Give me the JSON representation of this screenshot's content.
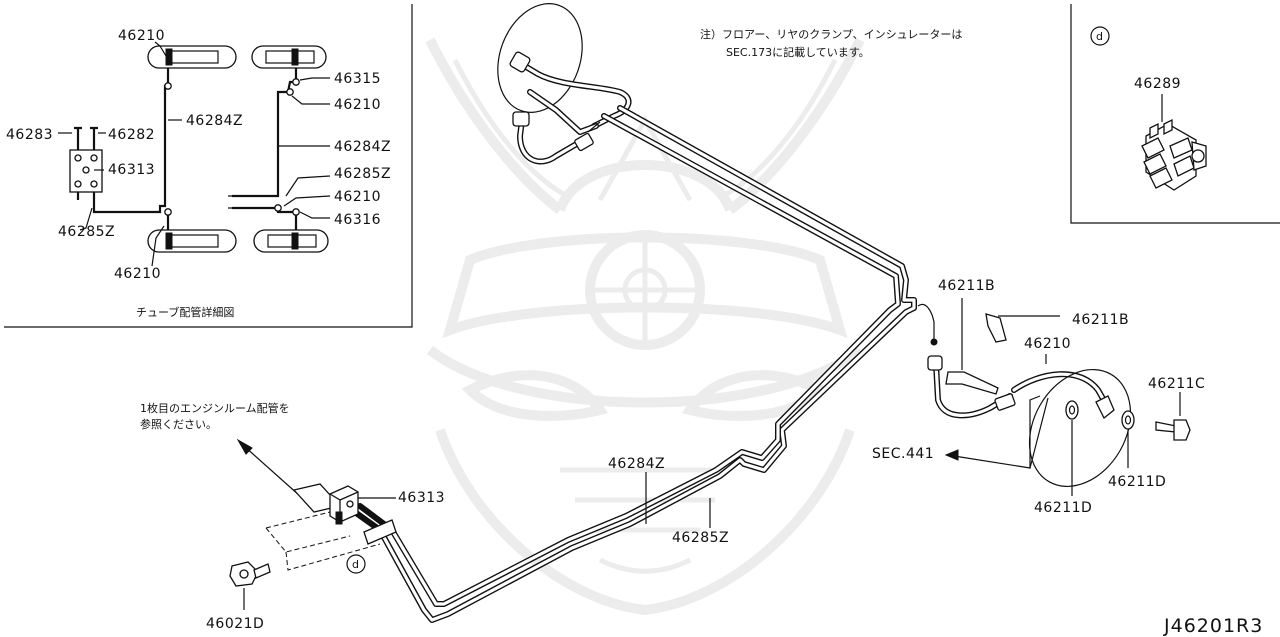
{
  "labels": {
    "d_top_left_1": "46210",
    "d_top_right_1": "46315",
    "d_top_right_2": "46210",
    "d_left_1": "46283",
    "d_left_2": "46282",
    "d_left_3": "46313",
    "d_mid_1": "46284Z",
    "d_right_1": "46284Z",
    "d_right_2": "46285Z",
    "d_right_3": "46210",
    "d_right_4": "46316",
    "d_bottom_1": "46285Z",
    "d_bottom_2": "46210",
    "detail_caption": "チューブ配管詳細図",
    "note_line1": "注）フロアー、リヤのクランプ、インシュレーターは",
    "note_line2": "SEC.173に記載しています。",
    "inset_ref": "d",
    "inset_part": "46289",
    "engine_note_line1": "1枚目のエンジンルーム配管を",
    "engine_note_line2": "参照ください。",
    "clamp_part": "46313",
    "bolt_part": "46021D",
    "ref_d": "d",
    "main_tube_1": "46284Z",
    "main_tube_2": "46285Z",
    "rear_bracket_1": "46211B",
    "rear_bracket_2": "46211B",
    "rear_hose": "46210",
    "rear_bolt": "46211C",
    "sec_ref": "SEC.441",
    "washer_1": "46211D",
    "washer_2": "46211D",
    "diagram_code": "J46201R3"
  }
}
